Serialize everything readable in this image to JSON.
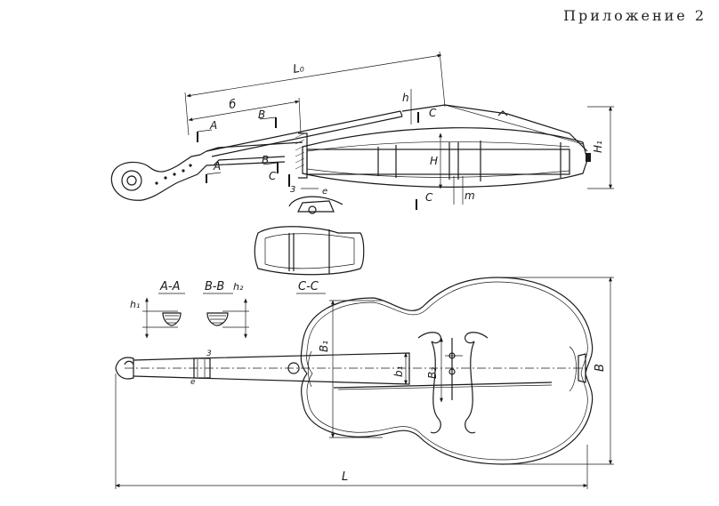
{
  "header": {
    "appendix_label": "Приложение 2"
  },
  "labels": {
    "L0": "L₀",
    "b_small": "б",
    "A": "A",
    "B": "B",
    "C": "C",
    "h": "h",
    "H": "H",
    "H1": "H₁",
    "m": "m",
    "digit3": "3",
    "e": "e",
    "h1": "h₁",
    "h2": "h₂",
    "section_AA": "A-A",
    "section_BB": "B-B",
    "section_CC": "C-C",
    "B1": "B₁",
    "B2": "B₂",
    "b1": "b₁",
    "B_big": "B",
    "L": "L"
  }
}
